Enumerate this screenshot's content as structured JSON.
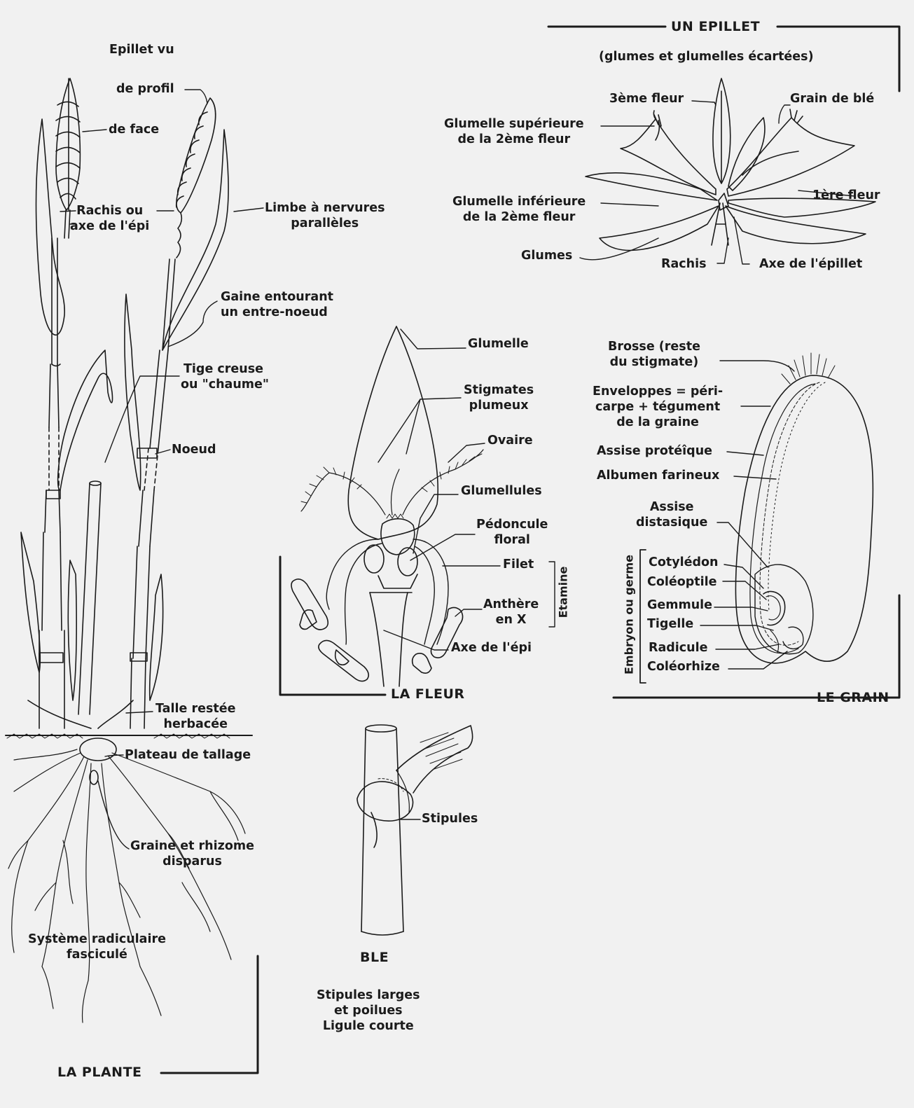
{
  "panels": {
    "plante": {
      "title": "LA PLANTE",
      "labels": {
        "epillet_vu": "Epillet vu",
        "de_profil": "de profil",
        "de_face": "de face",
        "rachis_l1": "Rachis ou",
        "rachis_l2": "axe de l'épi",
        "limbe_l1": "Limbe à nervures",
        "limbe_l2": "parallèles",
        "gaine_l1": "Gaine entourant",
        "gaine_l2": "un entre-noeud",
        "tige_l1": "Tige creuse",
        "tige_l2": "ou \"chaume\"",
        "noeud": "Noeud",
        "talle_l1": "Talle restée",
        "talle_l2": "herbacée",
        "plateau": "Plateau de tallage",
        "graine_l1": "Graine et rhizome",
        "graine_l2": "disparus",
        "systeme_l1": "Système radiculaire",
        "systeme_l2": "fasciculé"
      }
    },
    "epillet": {
      "title_l1": "UN EPILLET",
      "title_l2": "(glumes et glumelles écartées)",
      "labels": {
        "troisieme_fleur": "3ème fleur",
        "grain_de_ble": "Grain de blé",
        "glumelle_sup_l1": "Glumelle supérieure",
        "glumelle_sup_l2": "de la 2ème fleur",
        "glumelle_inf_l1": "Glumelle inférieure",
        "glumelle_inf_l2": "de la 2ème fleur",
        "premiere_fleur": "1ère fleur",
        "glumes": "Glumes",
        "rachis": "Rachis",
        "axe_epillet": "Axe de l'épillet"
      }
    },
    "fleur": {
      "title": "LA FLEUR",
      "labels": {
        "glumelle": "Glumelle",
        "stigmates_l1": "Stigmates",
        "stigmates_l2": "plumeux",
        "ovaire": "Ovaire",
        "glumellules": "Glumellules",
        "pedoncule_l1": "Pédoncule",
        "pedoncule_l2": "floral",
        "filet": "Filet",
        "anthere_l1": "Anthère",
        "anthere_l2": "en X",
        "axe_epi": "Axe de l'épi",
        "etamine": "Etamine"
      }
    },
    "grain": {
      "title": "LE GRAIN",
      "labels": {
        "brosse_l1": "Brosse (reste",
        "brosse_l2": "du stigmate)",
        "enveloppes_l1": "Enveloppes = péri-",
        "enveloppes_l2": "carpe + tégument",
        "enveloppes_l3": "de la graine",
        "assise_proteique": "Assise protéîque",
        "albumen": "Albumen farineux",
        "assise_dist_l1": "Assise",
        "assise_dist_l2": "distasique",
        "embryon": "Embryon ou germe",
        "cotyledon": "Cotylédon",
        "coleoptile": "Coléoptile",
        "gemmule": "Gemmule",
        "tigelle": "Tigelle",
        "radicule": "Radicule",
        "coleorhize": "Coléorhize"
      }
    },
    "ble": {
      "title": "BLE",
      "labels": {
        "stipules": "Stipules",
        "note_l1": "Stipules larges",
        "note_l2": "et poilues",
        "note_l3": "Ligule courte"
      }
    }
  },
  "colors": {
    "background": "#f1f1f1",
    "ink": "#1b1b1b"
  }
}
